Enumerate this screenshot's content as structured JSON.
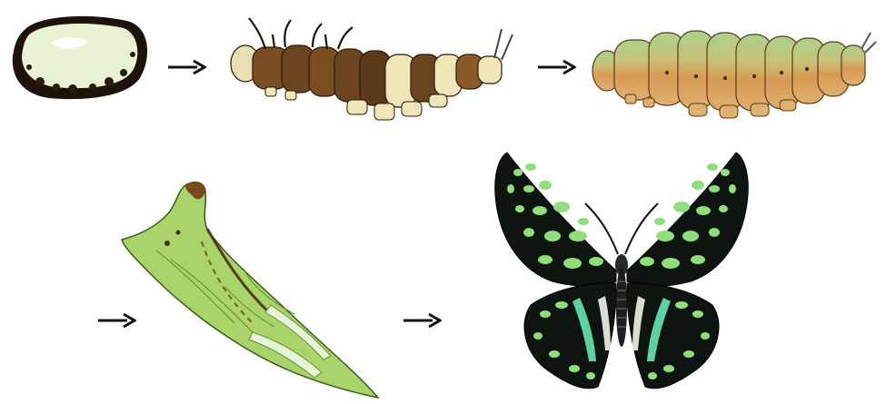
{
  "diagram": {
    "stages": [
      {
        "id": "egg",
        "icon": "egg-icon"
      },
      {
        "id": "young-caterpillar",
        "icon": "dark-caterpillar-icon"
      },
      {
        "id": "older-caterpillar",
        "icon": "green-caterpillar-icon"
      },
      {
        "id": "chrysalis",
        "icon": "chrysalis-icon"
      },
      {
        "id": "adult-butterfly",
        "icon": "butterfly-icon"
      }
    ],
    "arrows": [
      {
        "from": "egg",
        "to": "young-caterpillar"
      },
      {
        "from": "young-caterpillar",
        "to": "older-caterpillar"
      },
      {
        "from": "older-caterpillar",
        "to": "chrysalis"
      },
      {
        "from": "chrysalis",
        "to": "adult-butterfly"
      }
    ],
    "colors": {
      "arrow": "#111111",
      "egg_fill": "#e7f3d3",
      "egg_outline": "#241608",
      "caterpillar_dark": "#6b4520",
      "caterpillar_light": "#eee6b8",
      "caterpillar_green": "#a9d18a",
      "caterpillar_orange": "#d79a55",
      "chrysalis_green": "#a8d46a",
      "butterfly_black": "#0e1410",
      "butterfly_spots": "#8fdd7b"
    }
  }
}
